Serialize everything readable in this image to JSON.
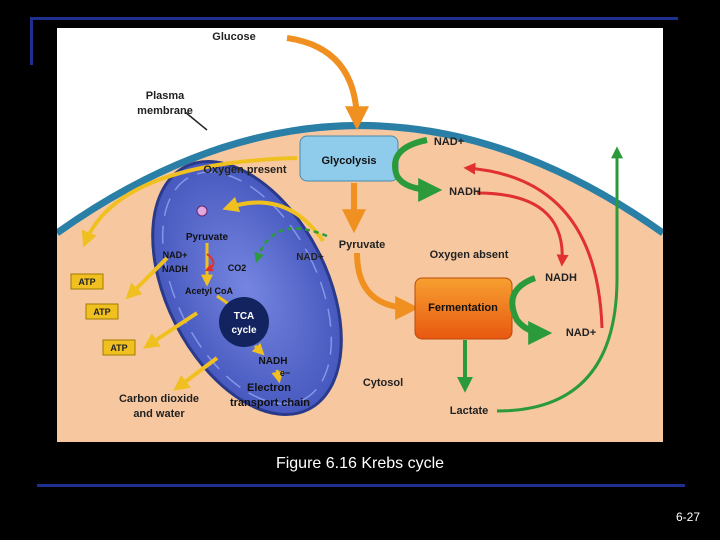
{
  "caption": "Figure 6.16 Krebs cycle",
  "page_number": "6-27",
  "labels": {
    "glucose": "Glucose",
    "plasma_membrane_1": "Plasma",
    "plasma_membrane_2": "membrane",
    "oxygen_present": "Oxygen present",
    "glycolysis": "Glycolysis",
    "nad_plus_top": "NAD+",
    "nadh_top": "NADH",
    "pyruvate_cytosol": "Pyruvate",
    "nad_plus_mid": "NAD+",
    "oxygen_absent": "Oxygen absent",
    "pyruvate_mito": "Pyruvate",
    "nad_plus_mito": "NAD+",
    "nadh_mito": "NADH",
    "co2": "CO2",
    "acetyl_coa": "Acetyl CoA",
    "tca_1": "TCA",
    "tca_2": "cycle",
    "nadh_etc": "NADH",
    "electron": "e−",
    "etc_1": "Electron",
    "etc_2": "transport chain",
    "atp_1": "ATP",
    "atp_2": "ATP",
    "atp_3": "ATP",
    "co2_water_1": "Carbon dioxide",
    "co2_water_2": "and water",
    "cytosol": "Cytosol",
    "fermentation": "Fermentation",
    "nadh_ferm": "NADH",
    "nad_plus_ferm": "NAD+",
    "lactate": "Lactate"
  },
  "colors": {
    "background": "#000000",
    "rule": "#1f2f8f",
    "cytosol": "#f7c8a0",
    "membrane": "#2a7fa6",
    "mitochondrion": "#5d6fd1",
    "glycolysis_box": "#8fcbeb",
    "fermentation_box": "#f07a10",
    "tca_circle": "#13235f",
    "arrow_orange": "#f09020",
    "arrow_green": "#2a9a3a",
    "arrow_red": "#e03030",
    "arrow_yellow": "#f0c020"
  }
}
